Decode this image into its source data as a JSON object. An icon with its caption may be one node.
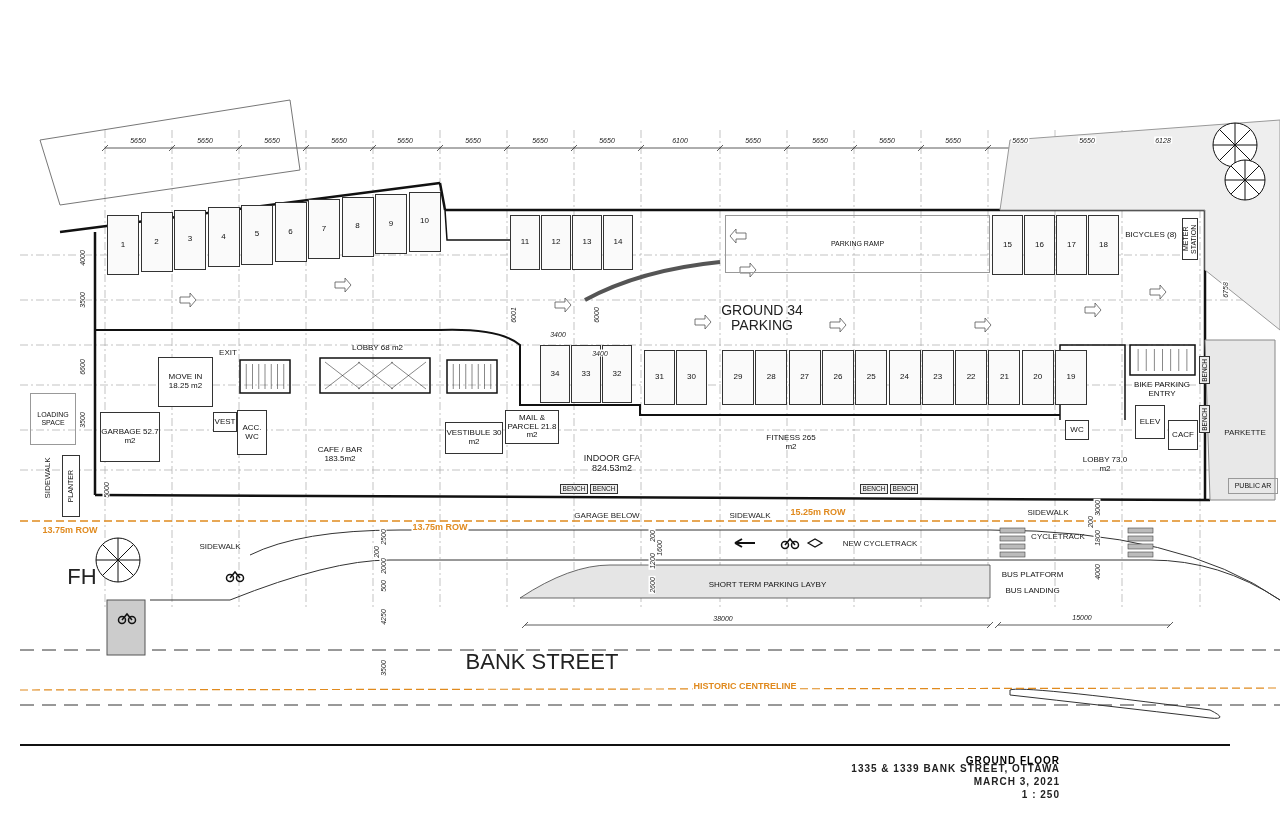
{
  "diagram": {
    "title": "GROUND FLOOR",
    "nodes": [
      {
        "text": [
          "1"
        ]
      },
      {
        "text": [
          "2"
        ]
      },
      {
        "text": [
          "3"
        ]
      },
      {
        "text": [
          "4"
        ]
      },
      {
        "text": [
          "5"
        ]
      },
      {
        "text": [
          "6"
        ]
      },
      {
        "text": [
          "7"
        ]
      },
      {
        "text": [
          "8"
        ]
      },
      {
        "text": [
          "9"
        ]
      },
      {
        "text": [
          "10"
        ]
      },
      {
        "text": [
          "11"
        ]
      },
      {
        "text": [
          "12"
        ]
      },
      {
        "text": [
          "13"
        ]
      },
      {
        "text": [
          "14"
        ]
      },
      {
        "text": [
          "PARKING RAMP"
        ]
      },
      {
        "text": [
          "15"
        ]
      },
      {
        "text": [
          "16"
        ]
      },
      {
        "text": [
          "17"
        ]
      },
      {
        "text": [
          "18"
        ]
      },
      {
        "text": [
          "BICYCLES (8)"
        ]
      },
      {
        "text": [
          "METER STATION"
        ]
      },
      {
        "text": [
          "LOBBY 68 m2"
        ]
      },
      {
        "text": [
          "34"
        ]
      },
      {
        "text": [
          "33"
        ]
      },
      {
        "text": [
          "32"
        ]
      },
      {
        "text": [
          "31"
        ]
      },
      {
        "text": [
          "30"
        ]
      },
      {
        "text": [
          "29"
        ]
      },
      {
        "text": [
          "28"
        ]
      },
      {
        "text": [
          "27"
        ]
      },
      {
        "text": [
          "26"
        ]
      },
      {
        "text": [
          "25"
        ]
      },
      {
        "text": [
          "24"
        ]
      },
      {
        "text": [
          "23"
        ]
      },
      {
        "text": [
          "22"
        ]
      },
      {
        "text": [
          "21"
        ]
      },
      {
        "text": [
          "20"
        ]
      },
      {
        "text": [
          "19"
        ]
      },
      {
        "text": [
          "BIKE PARKING ENTRY"
        ]
      },
      {
        "text": [
          "BENCH"
        ]
      },
      {
        "text": [
          "LOADING SPACE"
        ]
      },
      {
        "text": [
          "MOVE IN 18.25 m2"
        ]
      },
      {
        "text": [
          "GARBAGE 52.7 m2"
        ]
      },
      {
        "text": [
          "VEST"
        ]
      },
      {
        "text": [
          "ACC. WC"
        ]
      },
      {
        "text": [
          "MAIL & PARCEL 21.8 m2"
        ]
      },
      {
        "text": [
          "VESTIBULE 30 m2"
        ]
      },
      {
        "text": [
          "FITNESS 265 m2"
        ]
      },
      {
        "text": [
          "WC"
        ]
      },
      {
        "text": [
          "ELEV"
        ]
      },
      {
        "text": [
          "CACF"
        ]
      },
      {
        "text": [
          "BENCH"
        ]
      },
      {
        "text": [
          "LOBBY 73.0 m2"
        ]
      },
      {
        "text": [
          "CAFE / BAR 183.5m2"
        ]
      },
      {
        "text": [
          "PLANTER"
        ]
      },
      {
        "text": [
          "BENCH"
        ]
      },
      {
        "text": [
          "BENCH"
        ]
      },
      {
        "text": [
          "BENCH"
        ]
      },
      {
        "text": [
          "BENCH"
        ]
      },
      {
        "text": [
          "PUBLIC AR"
        ]
      },
      {
        "text": [
          "SHORT TERM PARKING LAYBY"
        ]
      },
      {
        "text": [
          "BUS PLATFORM"
        ]
      },
      {
        "text": [
          "BUS LANDING"
        ]
      }
    ],
    "labels": [
      "5650",
      "5650",
      "5650",
      "5650",
      "5650",
      "5650",
      "5650",
      "5650",
      "6100",
      "5650",
      "5650",
      "5650",
      "5650",
      "5650",
      "5650",
      "6128",
      "4000",
      "3500",
      "6001",
      "6000",
      "GROUND 34 PARKING",
      "6758",
      "EXIT",
      "3400",
      "3400",
      "6600",
      "3500",
      "PARKETTE",
      "SIDEWALK",
      "INDOOR GFA 824.53m2",
      "5000",
      "13.75m ROW",
      "GARAGE BELOW",
      "SIDEWALK",
      "15.25m ROW",
      "SIDEWALK",
      "13.75m ROW",
      "SIDEWALK",
      "NEW CYCLETRACK",
      "CYCLETRACK",
      "FH",
      "2500",
      "200",
      "2000",
      "500",
      "200",
      "1600",
      "1200",
      "2600",
      "3000",
      "200",
      "1800",
      "4000",
      "38000",
      "15000",
      "4250",
      "3500",
      "BANK STREET",
      "HISTORIC CENTRELINE",
      "1335 & 1339 BANK STREET, OTTAWA",
      "MARCH 3, 2021",
      "1 : 250"
    ]
  }
}
